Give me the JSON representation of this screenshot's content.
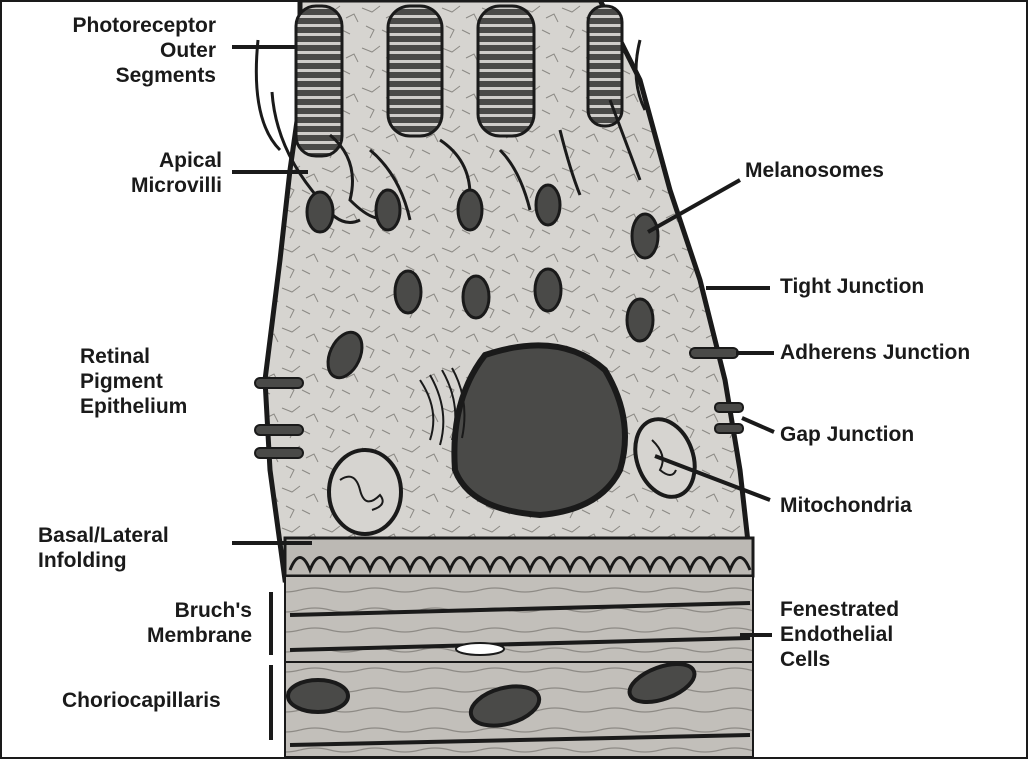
{
  "labels": {
    "photoreceptor": [
      "Photoreceptor",
      "Outer",
      "Segments"
    ],
    "apical_microvilli": [
      "Apical",
      "Microvilli"
    ],
    "rpe": [
      "Retinal",
      "Pigment",
      "Epithelium"
    ],
    "basal_lateral": [
      "Basal/Lateral",
      "Infolding"
    ],
    "bruchs": [
      "Bruch's",
      "Membrane"
    ],
    "choriocapillaris": [
      "Choriocapillaris"
    ],
    "melanosomes": [
      "Melanosomes"
    ],
    "tight_junction": [
      "Tight Junction"
    ],
    "adherens_junction": [
      "Adherens Junction"
    ],
    "gap_junction": [
      "Gap Junction"
    ],
    "mitochondria": [
      "Mitochondria"
    ],
    "fenestrated": [
      "Fenestrated",
      "Endothelial",
      "Cells"
    ]
  },
  "colors": {
    "ink": "#1a1a1a",
    "cell_fill": "#d8d6d2",
    "dark_fill": "#4a4a48",
    "tissue_fill": "#bdbab5"
  }
}
